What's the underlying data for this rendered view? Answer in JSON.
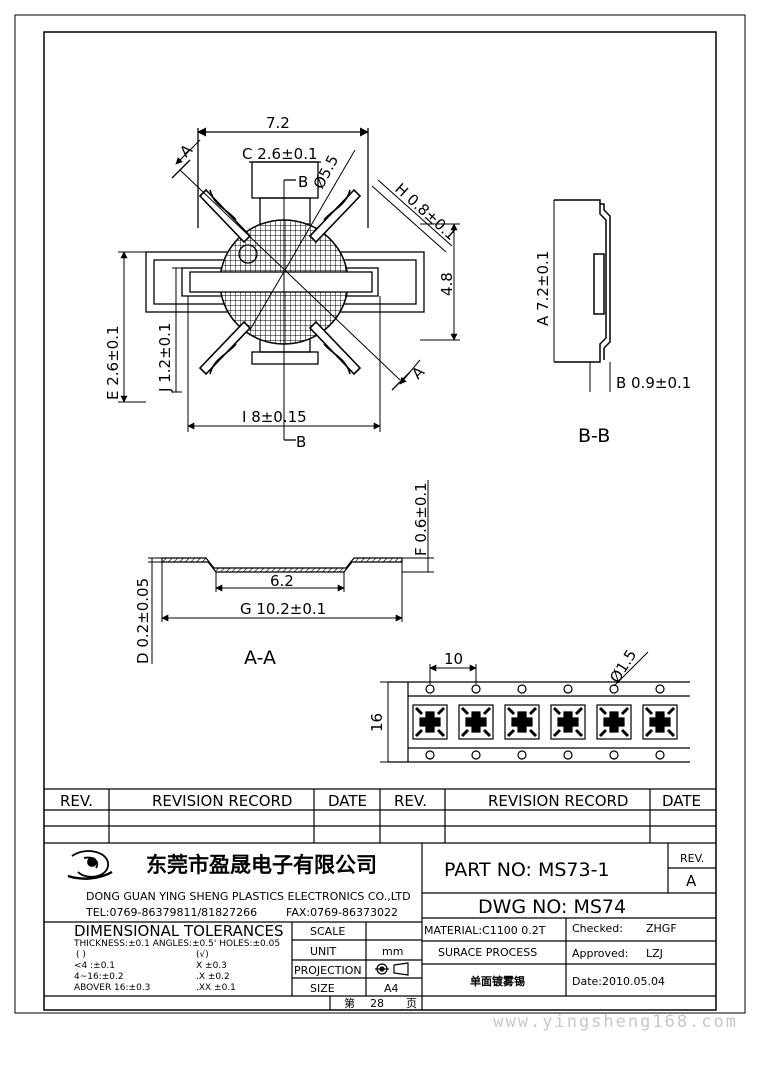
{
  "drawing": {
    "views": {
      "top": {
        "dim_width": "7.2",
        "dim_c": "C 2.6±0.1",
        "dim_dia": "Ø5.5",
        "dim_h": "H 0.8±0.1",
        "dim_48": "4.8",
        "dim_e": "E 2.6±0.1",
        "dim_j": "J 1.2±0.1",
        "dim_i": "I 8±0.15",
        "sec_b_top": "B",
        "sec_b_bot": "B",
        "sec_a_top": "A",
        "sec_a_bot": "A"
      },
      "section_bb": {
        "dim_a": "A 7.2±0.1",
        "dim_b": "B 0.9±0.1",
        "title": "B-B"
      },
      "section_aa": {
        "dim_f": "F 0.6±0.1",
        "dim_62": "6.2",
        "dim_g": "G 10.2±0.1",
        "dim_d": "D 0.2±0.05",
        "title": "A-A"
      },
      "tape": {
        "dim_pitch": "10",
        "dim_hole": "Ø1.5",
        "dim_width": "16"
      }
    },
    "revision_table": {
      "headers": [
        "REV.",
        "REVISION RECORD",
        "DATE",
        "REV.",
        "REVISION RECORD",
        "DATE"
      ]
    },
    "title_block": {
      "company_cn": "东莞市盈晟电子有限公司",
      "company_en": "DONG GUAN YING SHENG PLASTICS ELECTRONICS CO.,LTD",
      "tel": "TEL:0769-86379811/81827266",
      "fax": "FAX:0769-86373022",
      "tol_title": "DIMENSIONAL TOLERANCES",
      "tol_line": "THICKNESS:±0.1  ANGLES:±0.5'  HOLES:±0.05",
      "tol_paren_a": "( )",
      "tol_paren_b": "(√)",
      "tol_r1a": "<4  :±0.1",
      "tol_r1b": "X  ±0.3",
      "tol_r2a": "4~16:±0.2",
      "tol_r2b": ".X  ±0.2",
      "tol_r3a": "ABOVER 16:±0.3",
      "tol_r3b": ".XX  ±0.1",
      "scale_label": "SCALE",
      "unit_label": "UNIT",
      "unit_value": "mm",
      "projection_label": "PROJECTION",
      "size_label": "SIZE",
      "size_value": "A4",
      "page_prefix": "第",
      "page_number": "28",
      "page_suffix": "页",
      "part_no": "PART NO: MS73-1",
      "rev_label": "REV.",
      "rev_value": "A",
      "dwg_no": "DWG NO:   MS74",
      "material": "MATERIAL:C1100  0.2T",
      "checked_label": "Checked:",
      "checked_value": "ZHGF",
      "surface_label": "SURACE PROCESS",
      "approved_label": "Approved:",
      "approved_value": "LZJ",
      "surface_value": "单面镀雾锡",
      "date": "Date:2010.05.04"
    },
    "watermark": "www.yingsheng168.com"
  }
}
